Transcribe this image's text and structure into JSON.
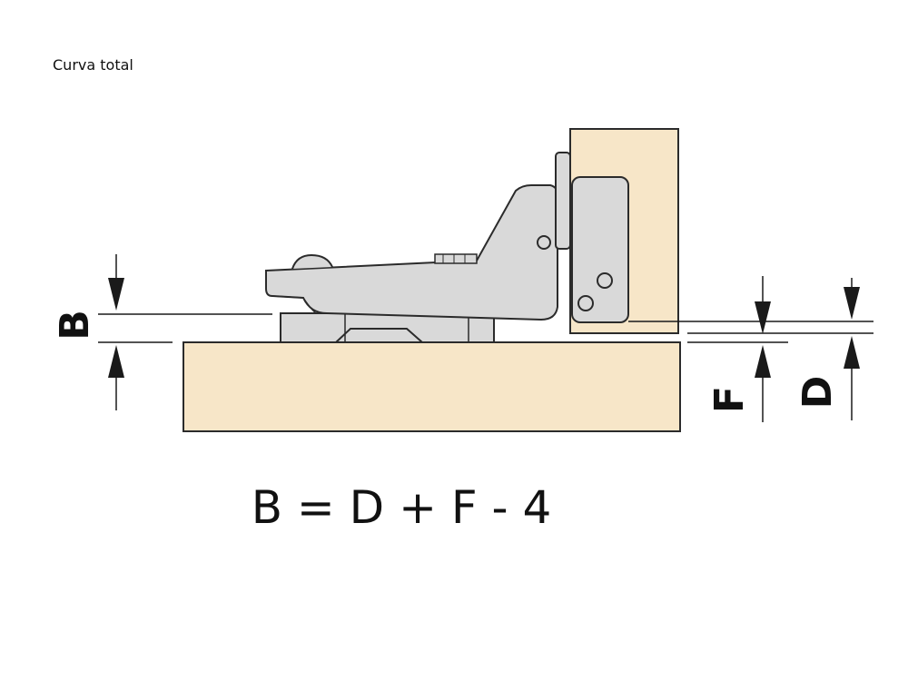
{
  "caption": "Curva total",
  "labels": {
    "b": "B",
    "f": "F",
    "d": "D"
  },
  "formula": "B = D + F - 4",
  "colors": {
    "wood": "#f7e6c8",
    "hinge": "#d9d9d9",
    "outline": "#2b2b2b",
    "dimension": "#1a1a1a"
  }
}
